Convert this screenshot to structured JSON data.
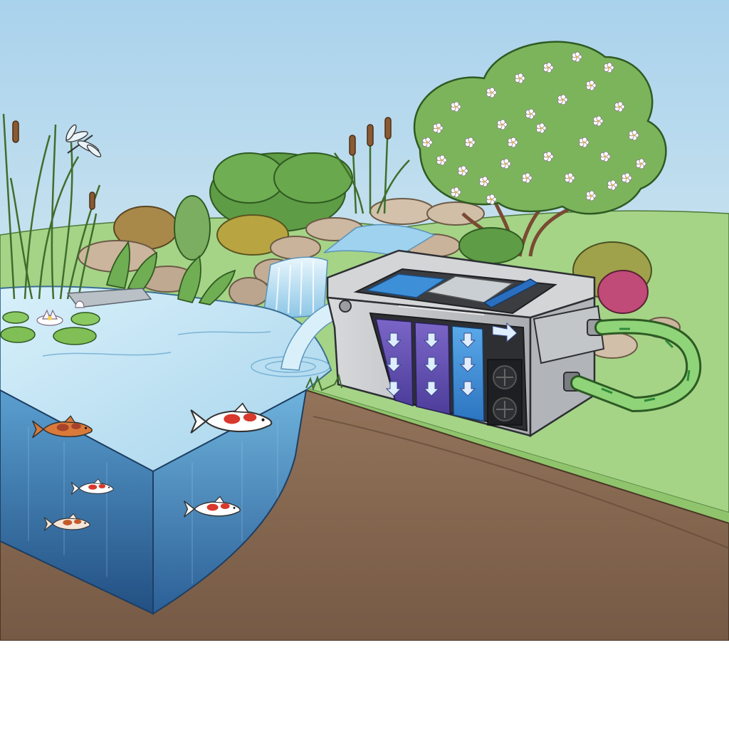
{
  "scene": {
    "colors": {
      "sky_top": "#a9d2ec",
      "sky_bottom": "#f4f9f4",
      "lawn": "#9fcf7e",
      "soil": "#8a6a52",
      "soil_dark": "#6e5240",
      "pond_surface": "#bfe3f4",
      "pond_side_front": "#2f6fa6",
      "pond_side_left": "#2a5f93",
      "filter_housing": "#c9cbcd",
      "filter_dark": "#3b3d41",
      "media_purple": "#6a55b8",
      "media_blue": "#3d8fd8",
      "hose": "#7fd06a",
      "flow_arrow": "#dfeeff",
      "koi_red": "#d9382c",
      "koi_orange": "#d97a3a",
      "blossom": "#ffffff",
      "foliage": "#5f9f45",
      "rock": "#c9b59f"
    },
    "icons": [
      "dragonfly-icon",
      "waterfall-icon",
      "koi-icon",
      "water-lily-icon",
      "cattail-icon",
      "flowering-tree-icon",
      "pump-icon",
      "flow-arrow-icon",
      "hose-icon"
    ],
    "filter": {
      "chambers": 4,
      "down_arrows_per_chamber": 3
    },
    "koi_count": 5
  }
}
